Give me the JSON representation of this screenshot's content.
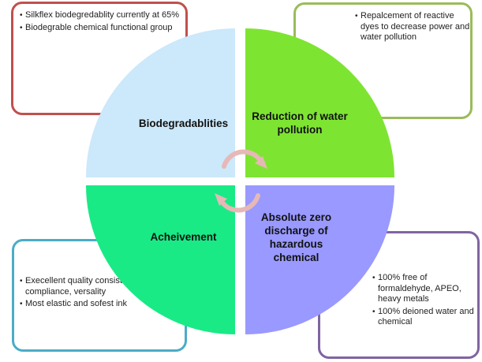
{
  "colors": {
    "quadrant_top_left": "#cce8fb",
    "quadrant_top_right": "#7ee432",
    "quadrant_bottom_left": "#19ea86",
    "quadrant_bottom_right": "#9999ff",
    "card_top_left_border": "#c0504d",
    "card_top_right_border": "#9bbb59",
    "card_bottom_left_border": "#4bacc6",
    "card_bottom_right_border": "#8064a2",
    "cycle_arrows": "#e6b8b7"
  },
  "quadrants": {
    "top_left": {
      "label": "Biodegradablities"
    },
    "top_right": {
      "label": "Reduction of water pollution"
    },
    "bottom_left": {
      "label": "Acheivement"
    },
    "bottom_right": {
      "label": "Absolute zero discharge of hazardous chemical"
    }
  },
  "cards": {
    "top_left": {
      "bullets": [
        "Silkflex biodegredablity currently at 65%",
        "Biodegrable chemical functional group"
      ]
    },
    "top_right": {
      "bullets": [
        "Repalcement of reactive dyes to decrease power and water pollution"
      ]
    },
    "bottom_left": {
      "bullets": [
        "Execellent quality consistency, chemical compliance, versality",
        "Most elastic and sofest ink"
      ]
    },
    "bottom_right": {
      "bullets": [
        "100% free of formaldehyde, APEO, heavy metals",
        "100% deioned water and chemical"
      ]
    }
  },
  "center_icon": "circular-arrows-icon"
}
